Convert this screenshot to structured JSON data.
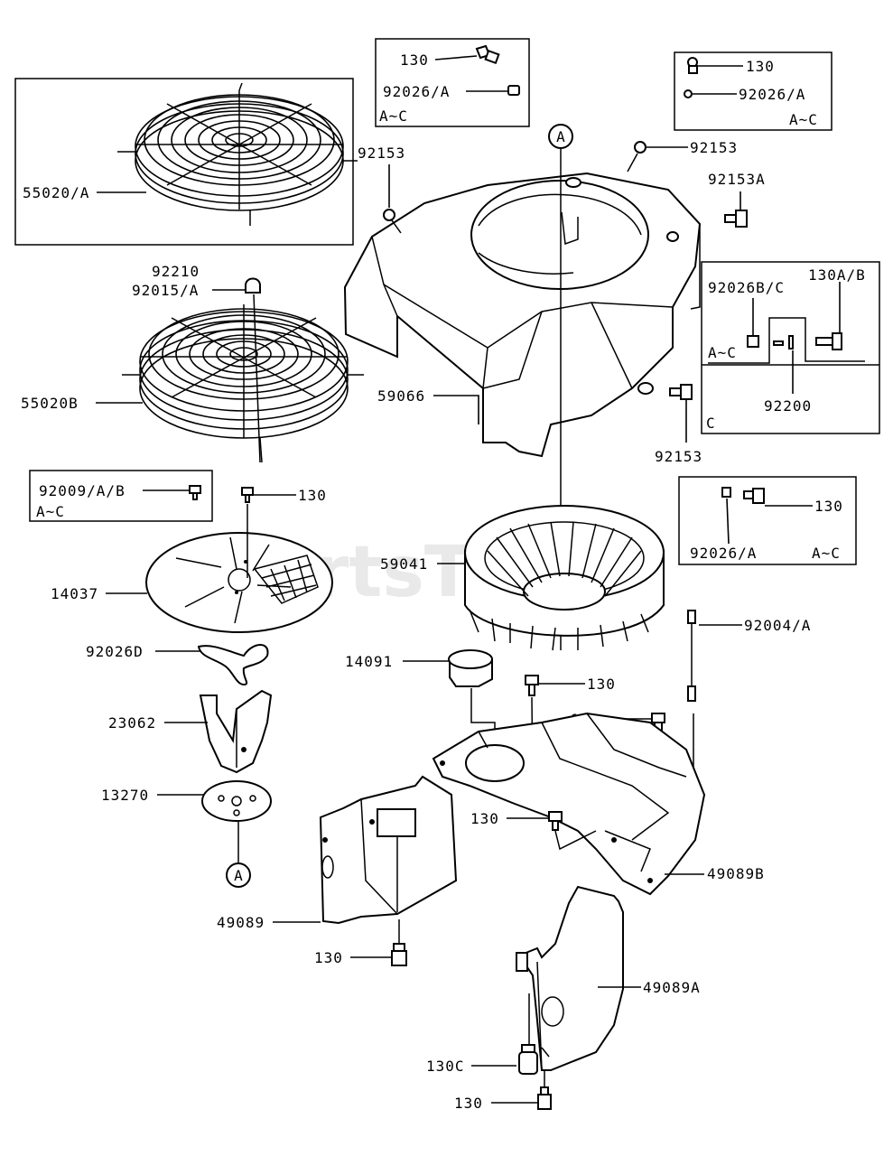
{
  "watermark": "PartsTree",
  "callouts": {
    "a_top": "A",
    "a_bottom": "A"
  },
  "inset_boxes": {
    "top_center": {
      "part1": "130",
      "part2": "92026/A",
      "models": "A~C"
    },
    "top_right": {
      "part1": "130",
      "part2": "92026/A",
      "models": "A~C"
    },
    "right_mid": {
      "part1": "92026B/C",
      "part2": "130A/B",
      "models": "A~C",
      "variant": "C"
    },
    "right_lower": {
      "part1": "130",
      "part2": "92026/A",
      "models": "A~C"
    },
    "left_mid": {
      "part1": "92009/A/B",
      "models": "A~C"
    }
  },
  "labels": {
    "p55020_a": "55020/A",
    "p92153_left": "92153",
    "p92153_top": "92153",
    "p92153a": "92153A",
    "p92210": "92210",
    "p92015_a": "92015/A",
    "p55020b": "55020B",
    "p59066": "59066",
    "p92200": "92200",
    "p92153_right": "92153",
    "p130_mount": "130",
    "p59041": "59041",
    "p14037": "14037",
    "p92004_a": "92004/A",
    "p92026d": "92026D",
    "p14091": "14091",
    "p130_mid": "130",
    "p130_rightbolt": "130",
    "p23062": "23062",
    "p130_midlow": "130",
    "p13270": "13270",
    "p49089b": "49089B",
    "p49089": "49089",
    "p130_bottomleft": "130",
    "p49089a": "49089A",
    "p130c": "130C",
    "p130_bottom": "130"
  }
}
